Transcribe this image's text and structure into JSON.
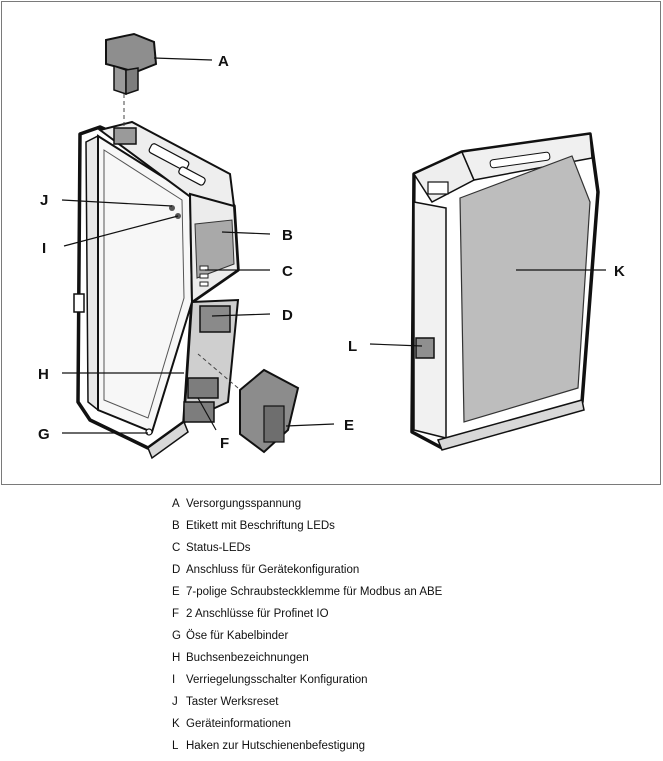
{
  "callouts": {
    "A": "A",
    "B": "B",
    "C": "C",
    "D": "D",
    "E": "E",
    "F": "F",
    "G": "G",
    "H": "H",
    "I": "I",
    "J": "J",
    "K": "K",
    "L": "L"
  },
  "legend": [
    {
      "key": "A",
      "text": "Versorgungsspannung"
    },
    {
      "key": "B",
      "text": "Etikett mit Beschriftung LEDs"
    },
    {
      "key": "C",
      "text": "Status-LEDs"
    },
    {
      "key": "D",
      "text": "Anschluss für Gerätekonfiguration"
    },
    {
      "key": "E",
      "text": "7-polige Schraubsteckklemme für Modbus an ABE"
    },
    {
      "key": "F",
      "text": "2 Anschlüsse für Profinet IO"
    },
    {
      "key": "G",
      "text": "Öse für Kabelbinder"
    },
    {
      "key": "H",
      "text": "Buchsenbezeichnungen"
    },
    {
      "key": "I",
      "text": "Verriegelungsschalter Konfiguration"
    },
    {
      "key": "J",
      "text": "Taster Werksreset"
    },
    {
      "key": "K",
      "text": "Geräteinformationen"
    },
    {
      "key": "L",
      "text": "Haken zur Hutschienenbefestigung"
    }
  ],
  "colors": {
    "outline": "#111111",
    "body": "#f4f4f4",
    "panel": "#bdbdbd",
    "connector": "#8e8e8e"
  }
}
